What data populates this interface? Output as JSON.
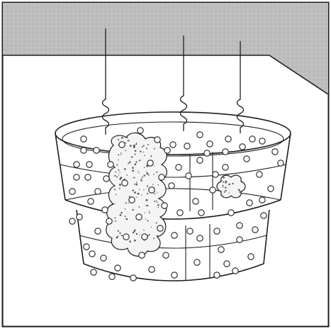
{
  "colors": {
    "background": "#ffffff",
    "ceiling_fill": "#bdbdbd",
    "ceiling_light": "#d4d4d4",
    "line": "#1e1e1e",
    "bead_fill": "#ffffff",
    "cluster_fill": "#f4f4f4",
    "cluster_speckle": "#5a5a5a"
  },
  "figure": {
    "vessel_tiers": 2,
    "suspension_threads": 3,
    "loose_beads": 84,
    "bead_clusters": 2
  }
}
